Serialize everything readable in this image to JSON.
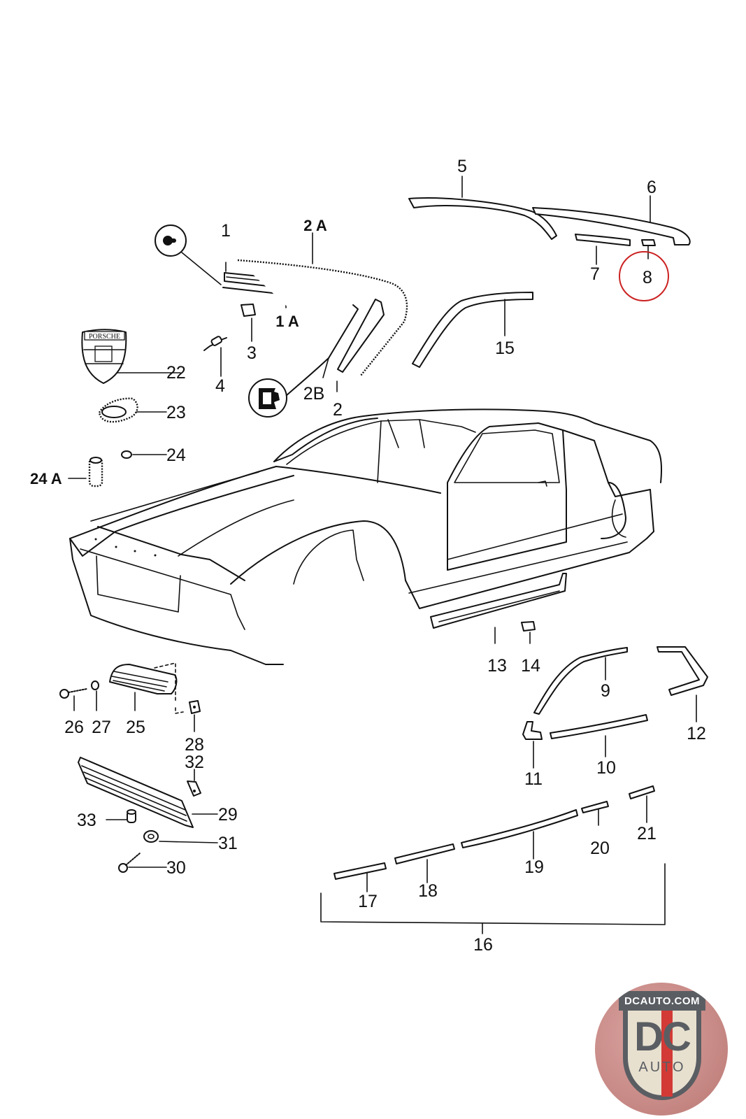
{
  "diagram": {
    "subject": "Porsche 924/944 body exterior trim parts exploded view",
    "highlighted_part": "8",
    "highlight_color": "#cc2222",
    "callouts": [
      {
        "id": "1",
        "part": "windshield trim strip"
      },
      {
        "id": "1A",
        "part": "trim strip lower"
      },
      {
        "id": "2",
        "part": "A-pillar trim"
      },
      {
        "id": "2A",
        "part": "windshield seal"
      },
      {
        "id": "2B",
        "part": "trim wire"
      },
      {
        "id": "3",
        "part": "clip"
      },
      {
        "id": "4",
        "part": "spring clip"
      },
      {
        "id": "5",
        "part": "roof trim front"
      },
      {
        "id": "6",
        "part": "roof trim rear"
      },
      {
        "id": "7",
        "part": "roof trim section"
      },
      {
        "id": "8",
        "part": "end cap"
      },
      {
        "id": "9",
        "part": "window frame trim"
      },
      {
        "id": "10",
        "part": "belt trim"
      },
      {
        "id": "11",
        "part": "corner piece"
      },
      {
        "id": "12",
        "part": "quarter window trim"
      },
      {
        "id": "13",
        "part": "sill trim"
      },
      {
        "id": "14",
        "part": "sill clip"
      },
      {
        "id": "15",
        "part": "drip rail trim"
      },
      {
        "id": "16",
        "part": "side molding set"
      },
      {
        "id": "17",
        "part": "side molding section"
      },
      {
        "id": "18",
        "part": "side molding section"
      },
      {
        "id": "19",
        "part": "side molding door"
      },
      {
        "id": "20",
        "part": "side molding section"
      },
      {
        "id": "21",
        "part": "side molding rear"
      },
      {
        "id": "22",
        "part": "Porsche crest emblem"
      },
      {
        "id": "23",
        "part": "emblem gasket"
      },
      {
        "id": "24",
        "part": "grommet"
      },
      {
        "id": "24A",
        "part": "expansion nut"
      },
      {
        "id": "25",
        "part": "vent grille"
      },
      {
        "id": "26",
        "part": "screw"
      },
      {
        "id": "27",
        "part": "washer"
      },
      {
        "id": "28",
        "part": "speed nut"
      },
      {
        "id": "29",
        "part": "grille"
      },
      {
        "id": "30",
        "part": "screw"
      },
      {
        "id": "31",
        "part": "washer"
      },
      {
        "id": "32",
        "part": "speed nut"
      },
      {
        "id": "33",
        "part": "spacer"
      }
    ],
    "labels": {
      "l1": "1",
      "l1a": "1 A",
      "l2": "2",
      "l2a": "2 A",
      "l2b": "2B",
      "l3": "3",
      "l4": "4",
      "l5": "5",
      "l6": "6",
      "l7": "7",
      "l8": "8",
      "l9": "9",
      "l10": "10",
      "l11": "11",
      "l12": "12",
      "l13": "13",
      "l14": "14",
      "l15": "15",
      "l16": "16",
      "l17": "17",
      "l18": "18",
      "l19": "19",
      "l20": "20",
      "l21": "21",
      "l22": "22",
      "l23": "23",
      "l24": "24",
      "l24a": "24 A",
      "l25": "25",
      "l26": "26",
      "l27": "27",
      "l28": "28",
      "l29": "29",
      "l30": "30",
      "l31": "31",
      "l32": "32",
      "l33": "33"
    },
    "emblem_text": "PORSCHE"
  },
  "logo": {
    "url_text": "DCAUTO.COM",
    "mark": "DC",
    "word": "AUTO",
    "colors": {
      "red": "#d33a36",
      "gray": "#5a5e63",
      "cream": "#e8e0cf",
      "bg": "#c88a86"
    }
  }
}
